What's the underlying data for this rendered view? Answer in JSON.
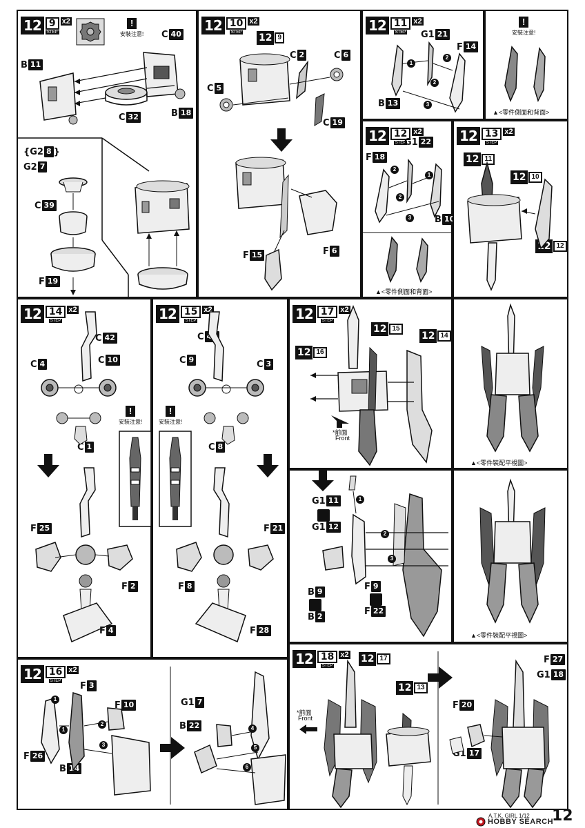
{
  "steps": {
    "s9": {
      "major": "12",
      "minor": "9",
      "mult": "x2",
      "step": "STEP"
    },
    "s10": {
      "major": "12",
      "minor": "10",
      "mult": "x2",
      "step": "STEP"
    },
    "s11": {
      "major": "12",
      "minor": "11",
      "mult": "x2",
      "step": "STEP"
    },
    "s12": {
      "major": "12",
      "minor": "12",
      "mult": "x2",
      "step": "STEP"
    },
    "s13": {
      "major": "12",
      "minor": "13",
      "mult": "x2",
      "step": "STEP"
    },
    "s14": {
      "major": "12",
      "minor": "14",
      "mult": "x2",
      "step": "STEP"
    },
    "s15": {
      "major": "12",
      "minor": "15",
      "mult": "x2",
      "step": "STEP"
    },
    "s16": {
      "major": "12",
      "minor": "16",
      "mult": "x2",
      "step": "STEP"
    },
    "s17": {
      "major": "12",
      "minor": "17",
      "mult": "x2",
      "step": "STEP"
    },
    "s18": {
      "major": "12",
      "minor": "18",
      "mult": "x2",
      "step": "STEP"
    }
  },
  "refs": {
    "p1": [
      {
        "l": "C",
        "n": "40"
      },
      {
        "l": "B",
        "n": "11"
      },
      {
        "l": "C",
        "n": "32"
      },
      {
        "l": "B",
        "n": "18"
      },
      {
        "l": "G2",
        "n": "8"
      },
      {
        "l": "G2",
        "n": "7"
      },
      {
        "l": "C",
        "n": "39"
      },
      {
        "l": "F",
        "n": "19"
      }
    ],
    "p2": [
      {
        "l": "C",
        "n": "2"
      },
      {
        "l": "C",
        "n": "6"
      },
      {
        "l": "C",
        "n": "5"
      },
      {
        "l": "C",
        "n": "19"
      },
      {
        "l": "F",
        "n": "15"
      },
      {
        "l": "F",
        "n": "6"
      }
    ],
    "p3": [
      {
        "l": "G1",
        "n": "21"
      },
      {
        "l": "F",
        "n": "14"
      },
      {
        "l": "B",
        "n": "13"
      },
      {
        "l": "F",
        "n": "18"
      },
      {
        "l": "G1",
        "n": "22"
      },
      {
        "l": "B",
        "n": "10"
      }
    ],
    "p4": [
      {
        "l": "C",
        "n": "42"
      },
      {
        "l": "C",
        "n": "4"
      },
      {
        "l": "C",
        "n": "10"
      },
      {
        "l": "C",
        "n": "1"
      },
      {
        "l": "F",
        "n": "25"
      },
      {
        "l": "F",
        "n": "2"
      },
      {
        "l": "F",
        "n": "4"
      }
    ],
    "p5": [
      {
        "l": "C",
        "n": "41"
      },
      {
        "l": "C",
        "n": "9"
      },
      {
        "l": "C",
        "n": "3"
      },
      {
        "l": "C",
        "n": "8"
      },
      {
        "l": "F",
        "n": "21"
      },
      {
        "l": "F",
        "n": "8"
      },
      {
        "l": "F",
        "n": "28"
      }
    ],
    "p6": [
      {
        "l": "G1",
        "n": "11"
      },
      {
        "l": "G1",
        "n": "12"
      },
      {
        "l": "B",
        "n": "9"
      },
      {
        "l": "B",
        "n": "2"
      },
      {
        "l": "F",
        "n": "9"
      },
      {
        "l": "F",
        "n": "22"
      }
    ],
    "p7": [
      {
        "l": "F",
        "n": "3"
      },
      {
        "l": "F",
        "n": "10"
      },
      {
        "l": "F",
        "n": "26"
      },
      {
        "l": "B",
        "n": "14"
      },
      {
        "l": "G1",
        "n": "7"
      },
      {
        "l": "B",
        "n": "22"
      }
    ],
    "p8": [
      {
        "l": "F",
        "n": "27"
      },
      {
        "l": "G1",
        "n": "18"
      },
      {
        "l": "F",
        "n": "20"
      },
      {
        "l": "G1",
        "n": "17"
      }
    ]
  },
  "notes": {
    "warn": "安裝注意!",
    "side_back": "▲<零件側面和背面>",
    "flat_view": "▲<零件裝配平視圖>",
    "front_cn": "*前面",
    "front_en": "Front",
    "front_cn2": "*前面",
    "front_en2": "Front"
  },
  "footer": {
    "model": "A.T.K. GIRL 1/12",
    "page": "12",
    "brand": "HOBBY SEARCH"
  }
}
